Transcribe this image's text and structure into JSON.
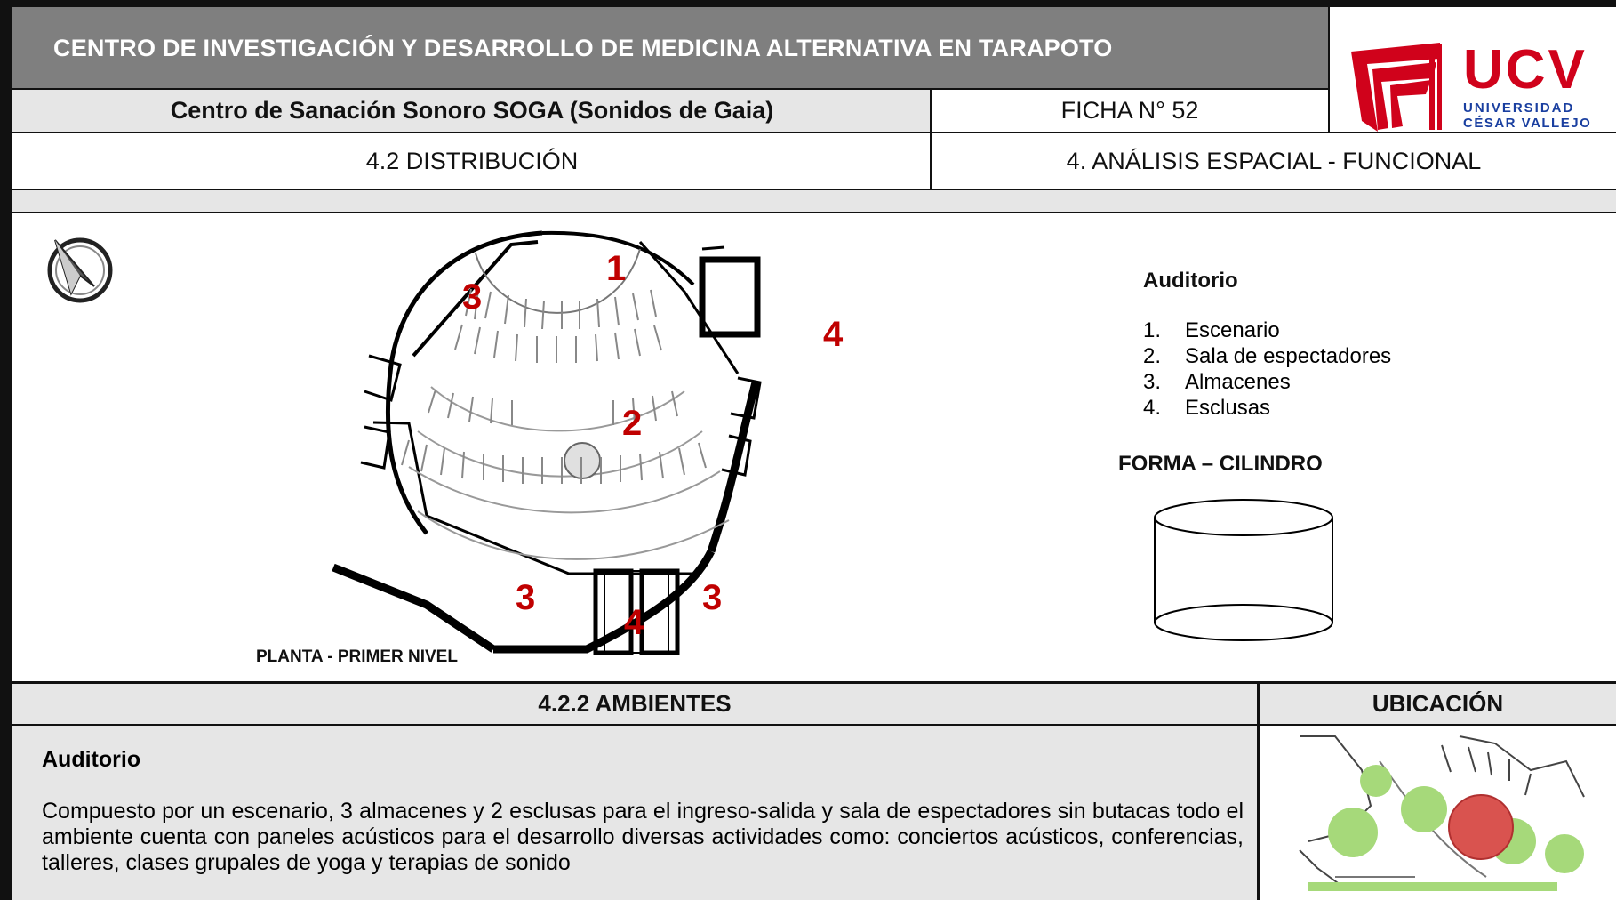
{
  "header": {
    "main_title": "CENTRO DE INVESTIGACIÓN Y DESARROLLO DE MEDICINA ALTERNATIVA EN TARAPOTO",
    "subtitle": "Centro de Sanación Sonoro SOGA (Sonidos de Gaia)",
    "ficha": "FICHA N° 52",
    "section_left": "4.2 DISTRIBUCIÓN",
    "section_right": "4. ANÁLISIS ESPACIAL - FUNCIONAL"
  },
  "logo": {
    "acronym": "UCV",
    "line1": "UNIVERSIDAD",
    "line2": "CÉSAR VALLEJO",
    "brand_red": "#d0021b",
    "brand_blue": "#1a3fa0"
  },
  "plan": {
    "caption": "PLANTA - PRIMER NIVEL",
    "zone_numbers": [
      "1",
      "2",
      "3",
      "3",
      "3",
      "4",
      "4"
    ],
    "compass_icon": "compass-icon"
  },
  "legend": {
    "title": "Auditorio",
    "items": [
      {
        "num": "1.",
        "label": "Escenario"
      },
      {
        "num": "2.",
        "label": "Sala de espectadores"
      },
      {
        "num": "3.",
        "label": "Almacenes"
      },
      {
        "num": "4.",
        "label": "Esclusas"
      }
    ],
    "forma_title": "FORMA – CILINDRO"
  },
  "ambientes": {
    "header": "4.2.2 AMBIENTES",
    "title": "Auditorio",
    "description": "Compuesto por un escenario, 3 almacenes y 2 esclusas para el ingreso-salida y sala de espectadores sin butacas todo el ambiente cuenta con paneles acústicos para el desarrollo diversas actividades como: conciertos acústicos, conferencias, talleres, clases grupales de yoga y terapias de sonido"
  },
  "ubicacion": {
    "header": "UBICACIÓN"
  },
  "colors": {
    "title_band": "#7f7f7f",
    "light_band": "#e6e6e6",
    "number_red": "#c00000",
    "site_green": "#a6d97a",
    "site_red": "#d9534f"
  }
}
